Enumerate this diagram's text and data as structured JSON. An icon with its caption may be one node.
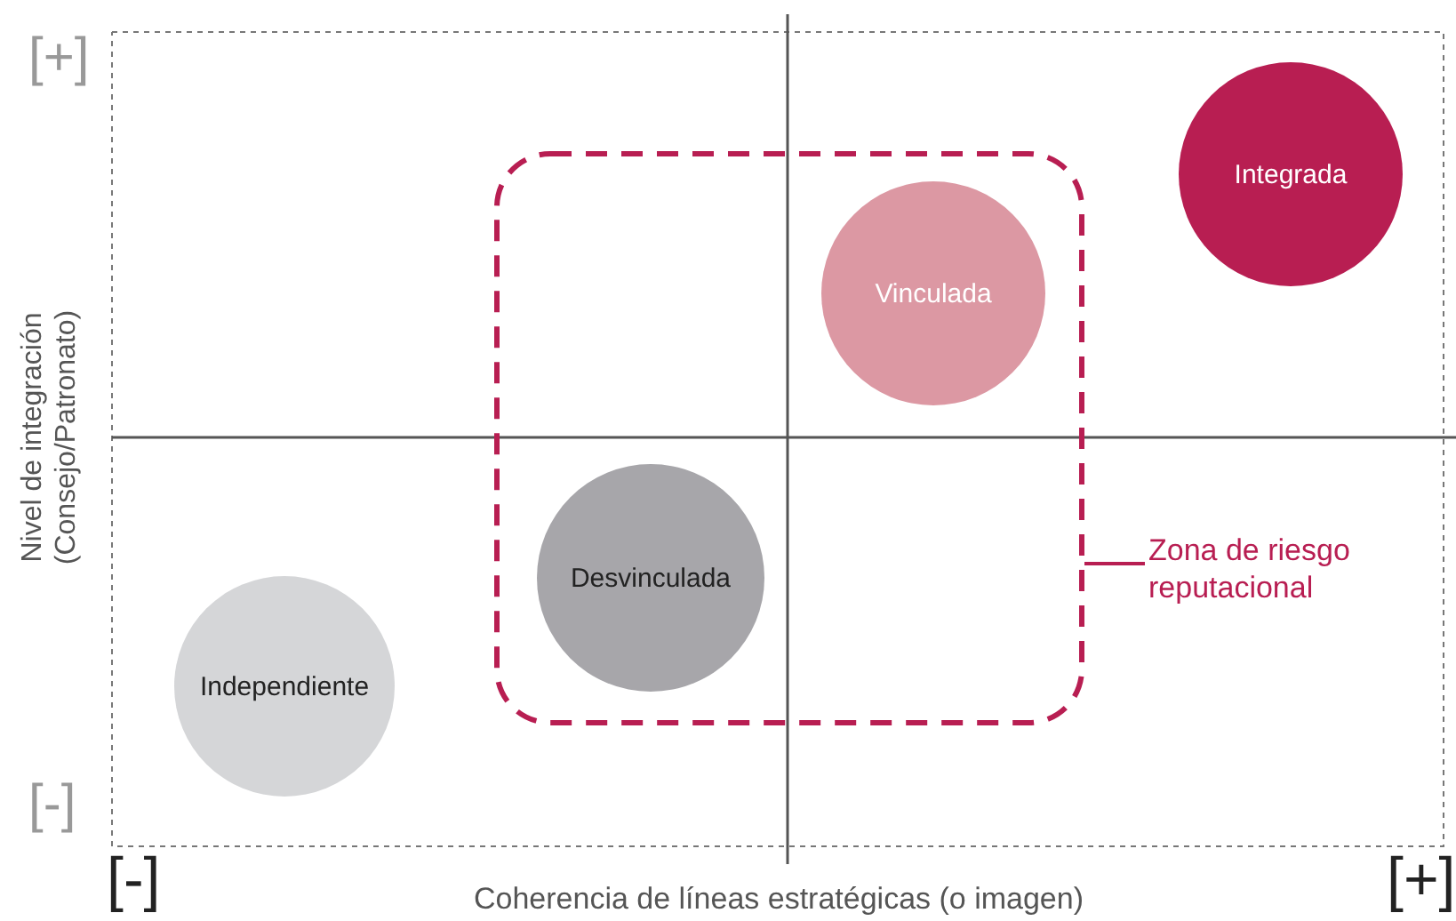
{
  "diagram": {
    "nodes": [
      {
        "text": [],
        "shape": "box"
      },
      {
        "text": [
          "Integrada"
        ]
      },
      {
        "text": [
          "Vinculada"
        ],
        "in": 0
      },
      {
        "text": [
          "Zona de riesgo reputacional"
        ]
      },
      {
        "text": [
          "Desvinculada"
        ],
        "in": 0
      },
      {
        "text": [
          "Independiente"
        ]
      }
    ],
    "edges": [
      {
        "from": 3,
        "to": 0,
        "arrow": "none"
      }
    ],
    "labels": [
      "[+]",
      "Nivel de integración (Consejo/Patronato)",
      "[-]",
      "[-]",
      "Coherencia de líneas estratégicas (o imagen)",
      "[+]"
    ]
  }
}
